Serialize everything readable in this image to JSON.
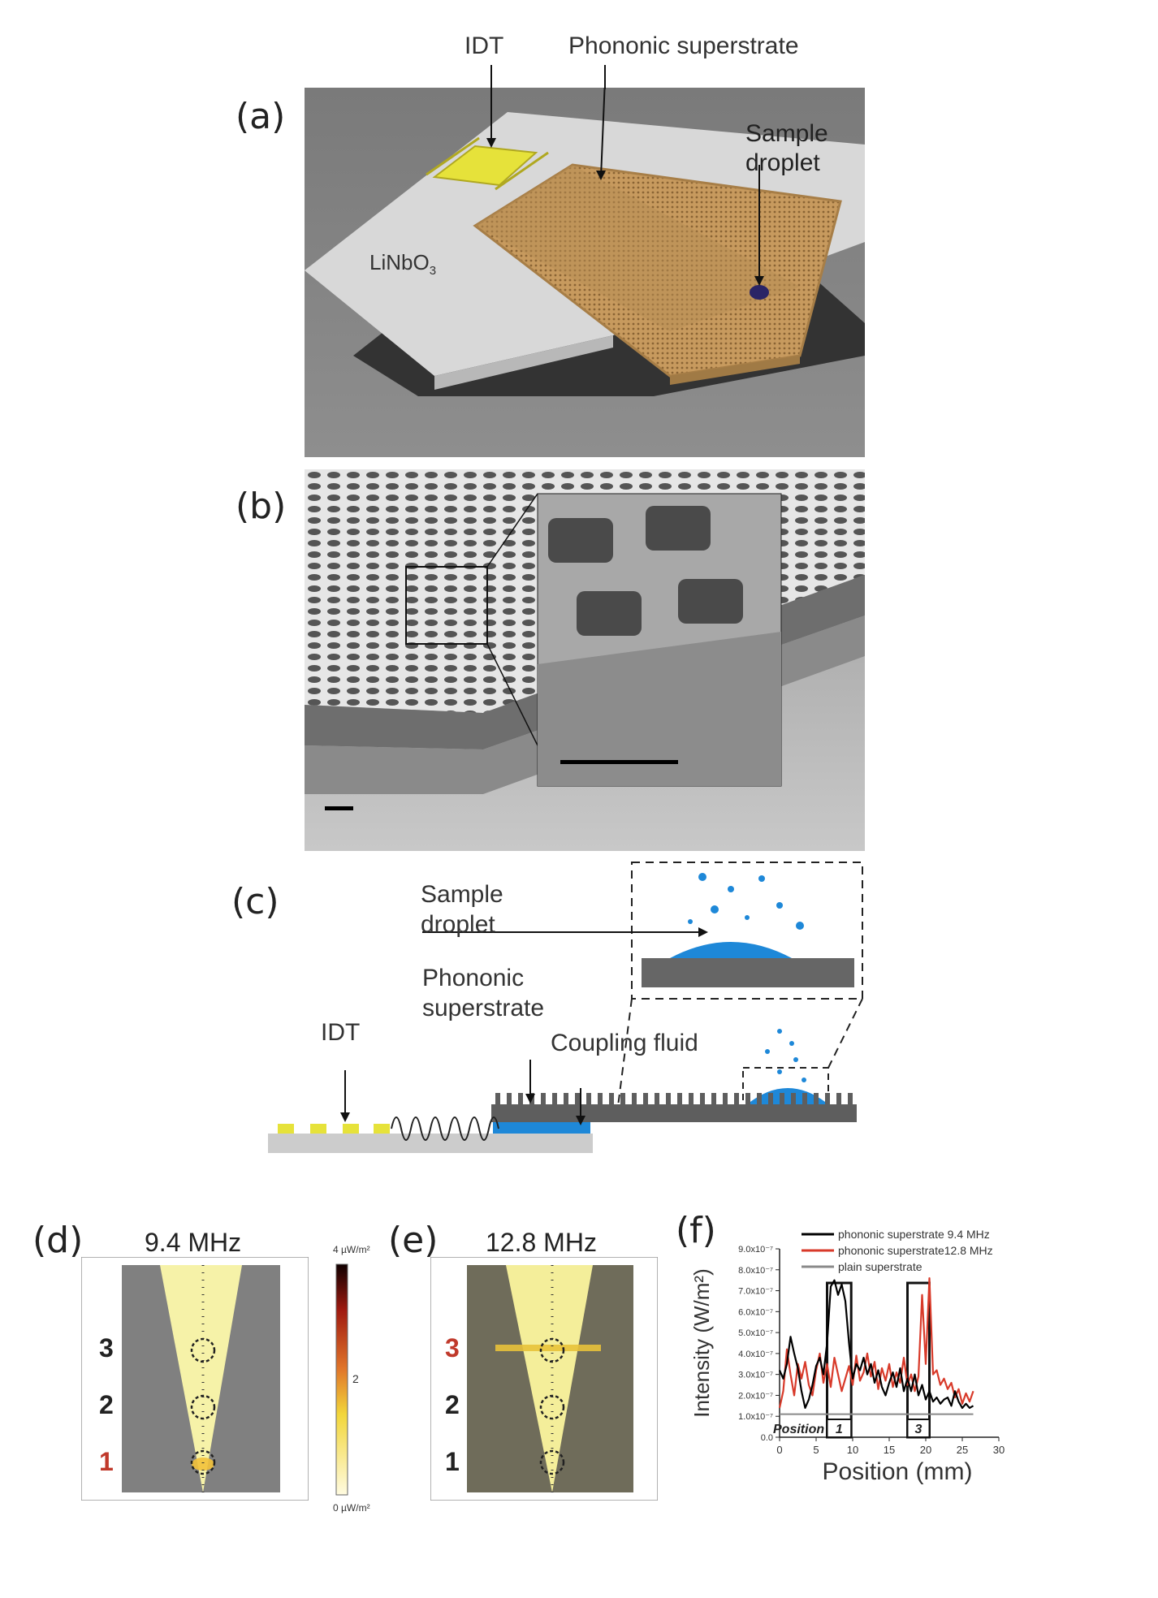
{
  "panel_a": {
    "label": "(a)",
    "idt": "IDT",
    "superstrate": "Phononic superstrate",
    "sample_line1": "Sample",
    "sample_line2": "droplet",
    "substrate": "LiNbO",
    "substrate_sub": "3"
  },
  "panel_b": {
    "label": "(b)"
  },
  "panel_c": {
    "label": "(c)",
    "sample_line1": "Sample",
    "sample_line2": "droplet",
    "superstrate_line1": "Phononic",
    "superstrate_line2": "superstrate",
    "coupling": "Coupling fluid",
    "idt": "IDT"
  },
  "panel_d": {
    "label": "(d)",
    "freq": "9.4 MHz",
    "positions": [
      "3",
      "2",
      "1"
    ],
    "colorbar_max": "4 µW/m²",
    "colorbar_mid": "2",
    "colorbar_min": "0 µW/m²"
  },
  "panel_e": {
    "label": "(e)",
    "freq": "12.8 MHz",
    "positions": [
      "3",
      "2",
      "1"
    ]
  },
  "panel_f": {
    "label": "(f)"
  },
  "colors": {
    "highlight": "#c0392b",
    "accent_blue": "#1e88d8",
    "idt_yellow": "#e6e23a",
    "superstrate_tan": "#c79a5e"
  },
  "chart_data": {
    "type": "line",
    "xlabel": "Position (mm)",
    "ylabel": "Intensity (W/m²)",
    "xlim": [
      0,
      30
    ],
    "ylim": [
      0,
      9e-07
    ],
    "xticks": [
      "0",
      "5",
      "10",
      "15",
      "20",
      "25",
      "30"
    ],
    "yticks": [
      "0.0",
      "1.0x10⁻⁷",
      "2.0x10⁻⁷",
      "3.0x10⁻⁷",
      "4.0x10⁻⁷",
      "5.0x10⁻⁷",
      "6.0x10⁻⁷",
      "7.0x10⁻⁷",
      "8.0x10⁻⁷",
      "9.0x10⁻⁷"
    ],
    "grid": false,
    "legend_position": "top-right",
    "position_label": "Position",
    "box_labels": [
      "1",
      "3"
    ],
    "series": [
      {
        "name": "phononic superstrate 9.4 MHz",
        "color": "#000000",
        "x": [
          0,
          0.5,
          1,
          1.5,
          2,
          2.5,
          3,
          3.5,
          4,
          4.5,
          5,
          5.5,
          6,
          6.5,
          7,
          7.5,
          8,
          8.5,
          9,
          9.5,
          10,
          10.5,
          11,
          11.5,
          12,
          12.5,
          13,
          13.5,
          14,
          14.5,
          15,
          15.5,
          16,
          16.5,
          17,
          17.5,
          18,
          18.5,
          19,
          19.5,
          20,
          20.5,
          21,
          21.5,
          22,
          22.5,
          23,
          23.5,
          24,
          24.5,
          25,
          25.5,
          26,
          26.5
        ],
        "y": [
          3.2e-07,
          2.8e-07,
          3.5e-07,
          4.8e-07,
          4e-07,
          3.3e-07,
          2.2e-07,
          1.4e-07,
          1.8e-07,
          2.5e-07,
          3.4e-07,
          3.8e-07,
          3e-07,
          4.5e-07,
          7.2e-07,
          7.5e-07,
          6.8e-07,
          7.3e-07,
          6.5e-07,
          4.5e-07,
          2.8e-07,
          3.5e-07,
          3.2e-07,
          3.8e-07,
          3e-07,
          3.5e-07,
          2.6e-07,
          3.2e-07,
          2.4e-07,
          2e-07,
          2.6e-07,
          3.1e-07,
          2.4e-07,
          3.3e-07,
          2.2e-07,
          2.8e-07,
          2.2e-07,
          3e-07,
          2e-07,
          2.5e-07,
          1.8e-07,
          2.2e-07,
          1.7e-07,
          1.9e-07,
          1.6e-07,
          1.8e-07,
          1.9e-07,
          1.5e-07,
          2.2e-07,
          1.7e-07,
          1.4e-07,
          1.6e-07,
          1.4e-07,
          1.5e-07
        ]
      },
      {
        "name": "phononic superstrate12.8 MHz",
        "color": "#d83a2a",
        "x": [
          0,
          0.5,
          1,
          1.5,
          2,
          2.5,
          3,
          3.5,
          4,
          4.5,
          5,
          5.5,
          6,
          6.5,
          7,
          7.5,
          8,
          8.5,
          9,
          9.5,
          10,
          10.5,
          11,
          11.5,
          12,
          12.5,
          13,
          13.5,
          14,
          14.5,
          15,
          15.5,
          16,
          16.5,
          17,
          17.5,
          18,
          18.5,
          19,
          19.5,
          20,
          20.5,
          21,
          21.5,
          22,
          22.5,
          23,
          23.5,
          24,
          24.5,
          25,
          25.5,
          26,
          26.5
        ],
        "y": [
          1.4e-07,
          2.2e-07,
          4.2e-07,
          3e-07,
          2e-07,
          3.5e-07,
          2.8e-07,
          3.6e-07,
          2.5e-07,
          2e-07,
          3.2e-07,
          4e-07,
          2.6e-07,
          3.5e-07,
          2.4e-07,
          3.8e-07,
          3e-07,
          2.2e-07,
          2.8e-07,
          3.4e-07,
          2.5e-07,
          3.9e-07,
          2.7e-07,
          3.1e-07,
          4e-07,
          2.9e-07,
          3.6e-07,
          2.3e-07,
          3.3e-07,
          2.7e-07,
          3.5e-07,
          2.4e-07,
          3.1e-07,
          2.6e-07,
          3.8e-07,
          2.5e-07,
          3e-07,
          2.2e-07,
          2.9e-07,
          6.8e-07,
          3.5e-07,
          7.6e-07,
          3e-07,
          3.2e-07,
          2.5e-07,
          2.8e-07,
          2.3e-07,
          2.6e-07,
          1.9e-07,
          2.3e-07,
          1.6e-07,
          2.1e-07,
          1.7e-07,
          2.2e-07
        ]
      },
      {
        "name": "plain superstrate",
        "color": "#8a8a8a",
        "x": [
          0,
          26.5
        ],
        "y": [
          1.1e-07,
          1.1e-07
        ]
      }
    ],
    "boxes": [
      {
        "label": "1",
        "x_range": [
          6.5,
          9.8
        ]
      },
      {
        "label": "3",
        "x_range": [
          17.5,
          20.5
        ]
      }
    ]
  }
}
